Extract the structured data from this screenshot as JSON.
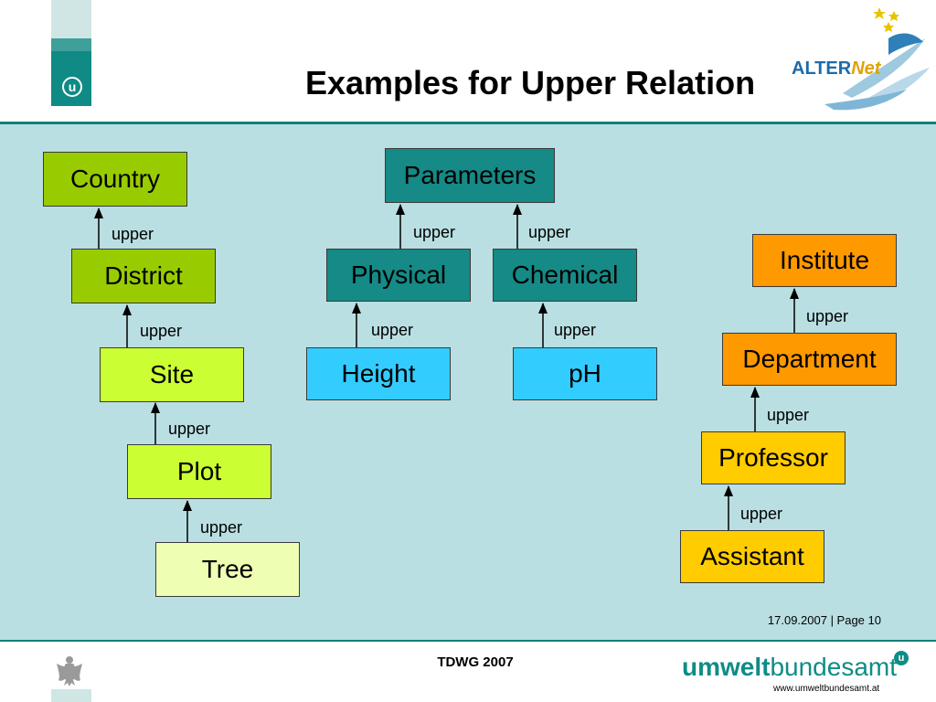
{
  "title": "Examples for Upper Relation",
  "logo": {
    "alternet_prefix": "ALTER",
    "alternet_suffix": "Net",
    "u_mark": "u"
  },
  "colors": {
    "teal": "#137f79",
    "panel": "#b9dfe2",
    "green_dark": "#99cc00",
    "green_mid": "#ccff33",
    "green_light": "#eeffb3",
    "teal_box": "#158a86",
    "cyan_box": "#33ccff",
    "orange": "#ff9900",
    "amber": "#ffcc00"
  },
  "diagram": {
    "relation_label": "upper",
    "geo": {
      "country": "Country",
      "district": "District",
      "site": "Site",
      "plot": "Plot",
      "tree": "Tree"
    },
    "param": {
      "parameters": "Parameters",
      "physical": "Physical",
      "chemical": "Chemical",
      "height": "Height",
      "ph": "pH"
    },
    "org": {
      "institute": "Institute",
      "department": "Department",
      "professor": "Professor",
      "assistant": "Assistant"
    }
  },
  "footer": {
    "date_page": "17.09.2007 | Page 10",
    "event": "TDWG 2007",
    "brand_bold": "umwelt",
    "brand_rest": "bundesamt",
    "brand_mark": "u",
    "url": "www.umweltbundesamt.at"
  }
}
